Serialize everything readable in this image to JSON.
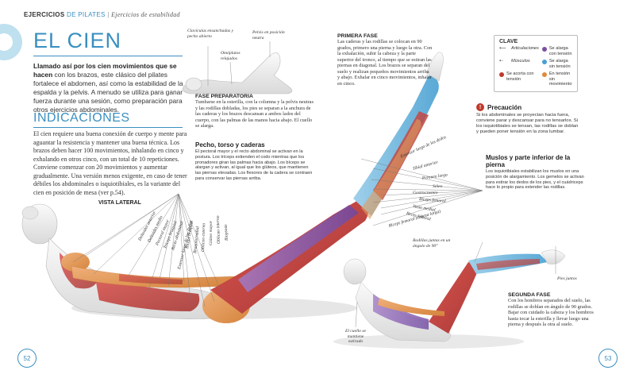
{
  "header": {
    "section": "EJERCICIOS",
    "chapter": "DE PILATES",
    "subsection": "Ejercicios de estabilidad"
  },
  "title": "EL CIEN",
  "intro": {
    "bold": "Llamado así por los cien movimientos que se hacen",
    "rest": " con los brazos, este clásico del pilates fortalece el abdomen, así como la estabilidad de la espalda y la pelvis. A menudo se utiliza para ganar fuerza durante una sesión, como preparación para otros ejercicios abdominales."
  },
  "indicaciones": {
    "heading": "INDICACIONES",
    "text": "El cien requiere una buena conexión de cuerpo y mente para aguantar la resistencia y mantener una buena técnica. Los brazos deben hacer 100 movimientos, inhalando en cinco y exhalando en otros cinco, con un total de 10 repeticiones. Conviene comenzar con 20 movimientos y aumentar gradualmente. Una versión menos exigente, en caso de tener débiles los abdominales o isquiotibiales, es la variante del cien en posición de mesa (ver p.54)."
  },
  "top_small": {
    "clavicles": "Clavículas ensanchadas y pecho abierto",
    "pelvis": "Pelvis en posición neutra",
    "shoulders": "Omóplatos relajados"
  },
  "fase_preparatoria": {
    "heading": "FASE PREPARATORIA",
    "text": "Tumbarse en la esterilla, con la columna y la pelvis neutras y las rodillas dobladas, los pies se separan a la anchura de las caderas y los brazos descansan a ambos lados del cuerpo, con las palmas de las manos hacia abajo. El cuello se alarga."
  },
  "pecho": {
    "heading": "Pecho, torso y caderas",
    "text": "El pectoral mayor y el recto abdominal se activan en la postura. Los tríceps extienden el codo mientras que los pronadores giran las palmas hacia abajo. Los bíceps se alargan y activan, al igual que los glúteos, que mantienen las piernas elevadas. Los flexores de la cadera se contraen para conservar las piernas arriba."
  },
  "primera_fase": {
    "heading": "PRIMERA FASE",
    "text": "Las caderas y las rodillas se colocan en 90 grados, primero una pierna y luego la otra. Con la exhalación, subir la cabeza y la parte superior del tronco, al tiempo que se estiran las piernas en diagonal. Los brazos se separan del suelo y realizan pequeños movimientos arriba y abajo. Exhalar en cinco movimientos, inhalar en cinco."
  },
  "key": {
    "title": "CLAVE",
    "items": [
      {
        "label": "Articulaciones",
        "icon": "arrow-line-icon"
      },
      {
        "label": "Se alarga con tensión",
        "color": "#7b4fa0"
      },
      {
        "label": "Músculos",
        "icon": "arrow-dashed-icon"
      },
      {
        "label": "Se alarga sin tensión",
        "color": "#4a9fd8"
      },
      {
        "label": "Se acorta con tensión",
        "color": "#c0392b"
      },
      {
        "label": "En tensión sin movimiento",
        "color": "#e08a3c"
      }
    ]
  },
  "caution": {
    "heading": "Precaución",
    "text": "Si los abdominales se proyectan hacia fuera, conviene parar y descansar para no tensarlos. Si los isquiotibiales se tensan, las rodillas se doblan y pueden poner tensión en la zona lumbar."
  },
  "muslos": {
    "heading": "Muslos y parte inferior de la pierna",
    "text": "Los isquiotibiales estabilizan los muslos en una posición de alargamiento. Los gemelos se activan para estirar los dedos de los pies, y el cuádriceps hace lo propio para extender las rodillas."
  },
  "leg_labels": [
    "Extensor largo de los dedos",
    "Tibial anterior",
    "Peroneo largo",
    "Sóleo",
    "Gastrocnemio",
    "Bíceps femoral",
    "Vasto medial",
    "Recto femoral",
    "Bíceps femoral (cabeza larga)"
  ],
  "vista_lateral": "VISTA LATERAL",
  "torso_labels": [
    "Deltoides anterior",
    "Deltoides medio",
    "Pectoral mayor",
    "Tríceps braquial",
    "Recto abdominal",
    "Extensor largo de los dedos",
    "Bíceps braquial",
    "Braquiorradial",
    "Oblicuo externo",
    "Glúteo mayor",
    "Oblicuo interno",
    "Iliopsoas"
  ],
  "segunda_fase": {
    "heading": "SEGUNDA FASE",
    "text": "Con los hombros separados del suelo, las rodillas se doblan en ángulo de 90 grados. Bajar con cuidado la cabeza y los hombros hasta tocar la esterilla y llevar luego una pierna y después la otra al suelo."
  },
  "knees_label": "Rodillas juntas en un ángulo de 90°",
  "feet_label": "Pies juntos",
  "neck_label": "El cuello se mantiene estirado",
  "page_left": "52",
  "page_right": "53"
}
